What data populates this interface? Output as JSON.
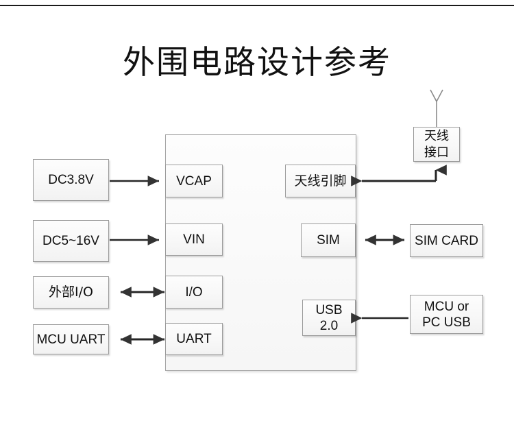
{
  "page": {
    "title": "外围电路设计参考"
  },
  "chip": {
    "name": "module-body",
    "pins_left": [
      {
        "id": "vcap",
        "label": "VCAP"
      },
      {
        "id": "vin",
        "label": "VIN"
      },
      {
        "id": "io",
        "label": "I/O"
      },
      {
        "id": "uart",
        "label": "UART"
      }
    ],
    "pins_right": [
      {
        "id": "antenna-pin",
        "label": "天线引脚"
      },
      {
        "id": "sim",
        "label": "SIM"
      },
      {
        "id": "usb",
        "label": "USB\n2.0"
      }
    ]
  },
  "peripherals_left": [
    {
      "id": "dc38",
      "label": "DC3.8V"
    },
    {
      "id": "dc516",
      "label": "DC5~16V"
    },
    {
      "id": "ext-io",
      "label": "外部I/O"
    },
    {
      "id": "mcu-uart",
      "label": "MCU UART"
    }
  ],
  "peripherals_right": [
    {
      "id": "antenna-connector",
      "label": "天线\n接口"
    },
    {
      "id": "sim-card",
      "label": "SIM CARD"
    },
    {
      "id": "mcu-pc-usb",
      "label": "MCU or\nPC USB"
    }
  ],
  "connections": [
    {
      "id": "dc38-to-vcap",
      "from": "DC3.8V",
      "to": "VCAP",
      "direction": "one-way"
    },
    {
      "id": "dc516-to-vin",
      "from": "DC5~16V",
      "to": "VIN",
      "direction": "one-way"
    },
    {
      "id": "extio-to-io",
      "from": "外部I/O",
      "to": "I/O",
      "direction": "two-way"
    },
    {
      "id": "mcuuart-to-uart",
      "from": "MCU UART",
      "to": "UART",
      "direction": "two-way"
    },
    {
      "id": "antconn-to-antpin",
      "from": "天线接口",
      "to": "天线引脚",
      "direction": "one-way"
    },
    {
      "id": "sim-to-simcard",
      "from": "SIM",
      "to": "SIM CARD",
      "direction": "two-way"
    },
    {
      "id": "mcupcusb-to-usb",
      "from": "MCU or PC USB",
      "to": "USB 2.0",
      "direction": "one-way"
    }
  ],
  "symbols": [
    {
      "id": "antenna-symbol",
      "name": "antenna-icon"
    }
  ],
  "colors": {
    "rule": "#1b1b1b",
    "box_border": "#9b9b9b",
    "box_fill": "#f7f7f7",
    "arrow": "#262626",
    "text": "#101010",
    "background": "#ffffff"
  }
}
